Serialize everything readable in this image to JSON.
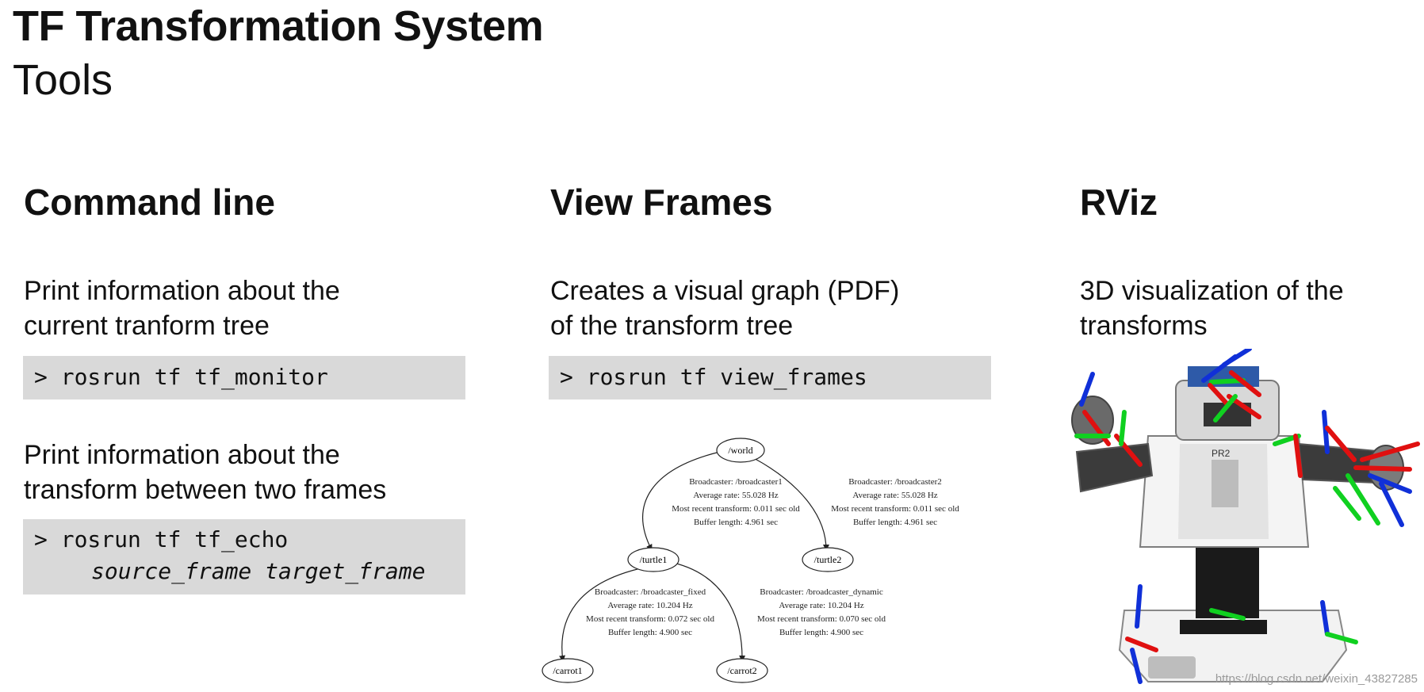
{
  "header": {
    "title": "TF Transformation System",
    "subtitle": "Tools"
  },
  "columns": {
    "command_line": {
      "heading": "Command line",
      "desc1_line1": "Print information about the",
      "desc1_line2": "current tranform tree",
      "cmd1": "> rosrun tf tf_monitor",
      "desc2_line1": "Print information about the",
      "desc2_line2": "transform between two frames",
      "cmd2_line1": "> rosrun tf tf_echo",
      "cmd2_line2": "source_frame target_frame"
    },
    "view_frames": {
      "heading": "View Frames",
      "desc_line1": "Creates a visual graph (PDF)",
      "desc_line2": "of the transform tree",
      "cmd": "> rosrun tf view_frames"
    },
    "rviz": {
      "heading": "RViz",
      "desc_line1": "3D visualization of the",
      "desc_line2": "transforms",
      "robot_badge": "PR2"
    }
  },
  "tf_graph": {
    "nodes": {
      "world": "/world",
      "turtle1": "/turtle1",
      "turtle2": "/turtle2",
      "carrot1": "/carrot1",
      "carrot2": "/carrot2"
    },
    "edges": {
      "world_turtle1": {
        "broadcaster": "Broadcaster: /broadcaster1",
        "rate": "Average rate: 55.028 Hz",
        "recent": "Most recent transform: 0.011 sec old",
        "buffer": "Buffer length: 4.961 sec"
      },
      "world_turtle2": {
        "broadcaster": "Broadcaster: /broadcaster2",
        "rate": "Average rate: 55.028 Hz",
        "recent": "Most recent transform: 0.011 sec old",
        "buffer": "Buffer length: 4.961 sec"
      },
      "turtle1_carrot1": {
        "broadcaster": "Broadcaster: /broadcaster_fixed",
        "rate": "Average rate: 10.204 Hz",
        "recent": "Most recent transform: 0.072 sec old",
        "buffer": "Buffer length: 4.900 sec"
      },
      "turtle1_carrot2": {
        "broadcaster": "Broadcaster: /broadcaster_dynamic",
        "rate": "Average rate: 10.204 Hz",
        "recent": "Most recent transform: 0.070 sec old",
        "buffer": "Buffer length: 4.900 sec"
      }
    }
  },
  "watermark": "https://blog.csdn.net/weixin_43827285",
  "colors": {
    "command_bg": "#d9d9d9",
    "axis_x": "#e01010",
    "axis_y": "#10d020",
    "axis_z": "#1030d8"
  }
}
